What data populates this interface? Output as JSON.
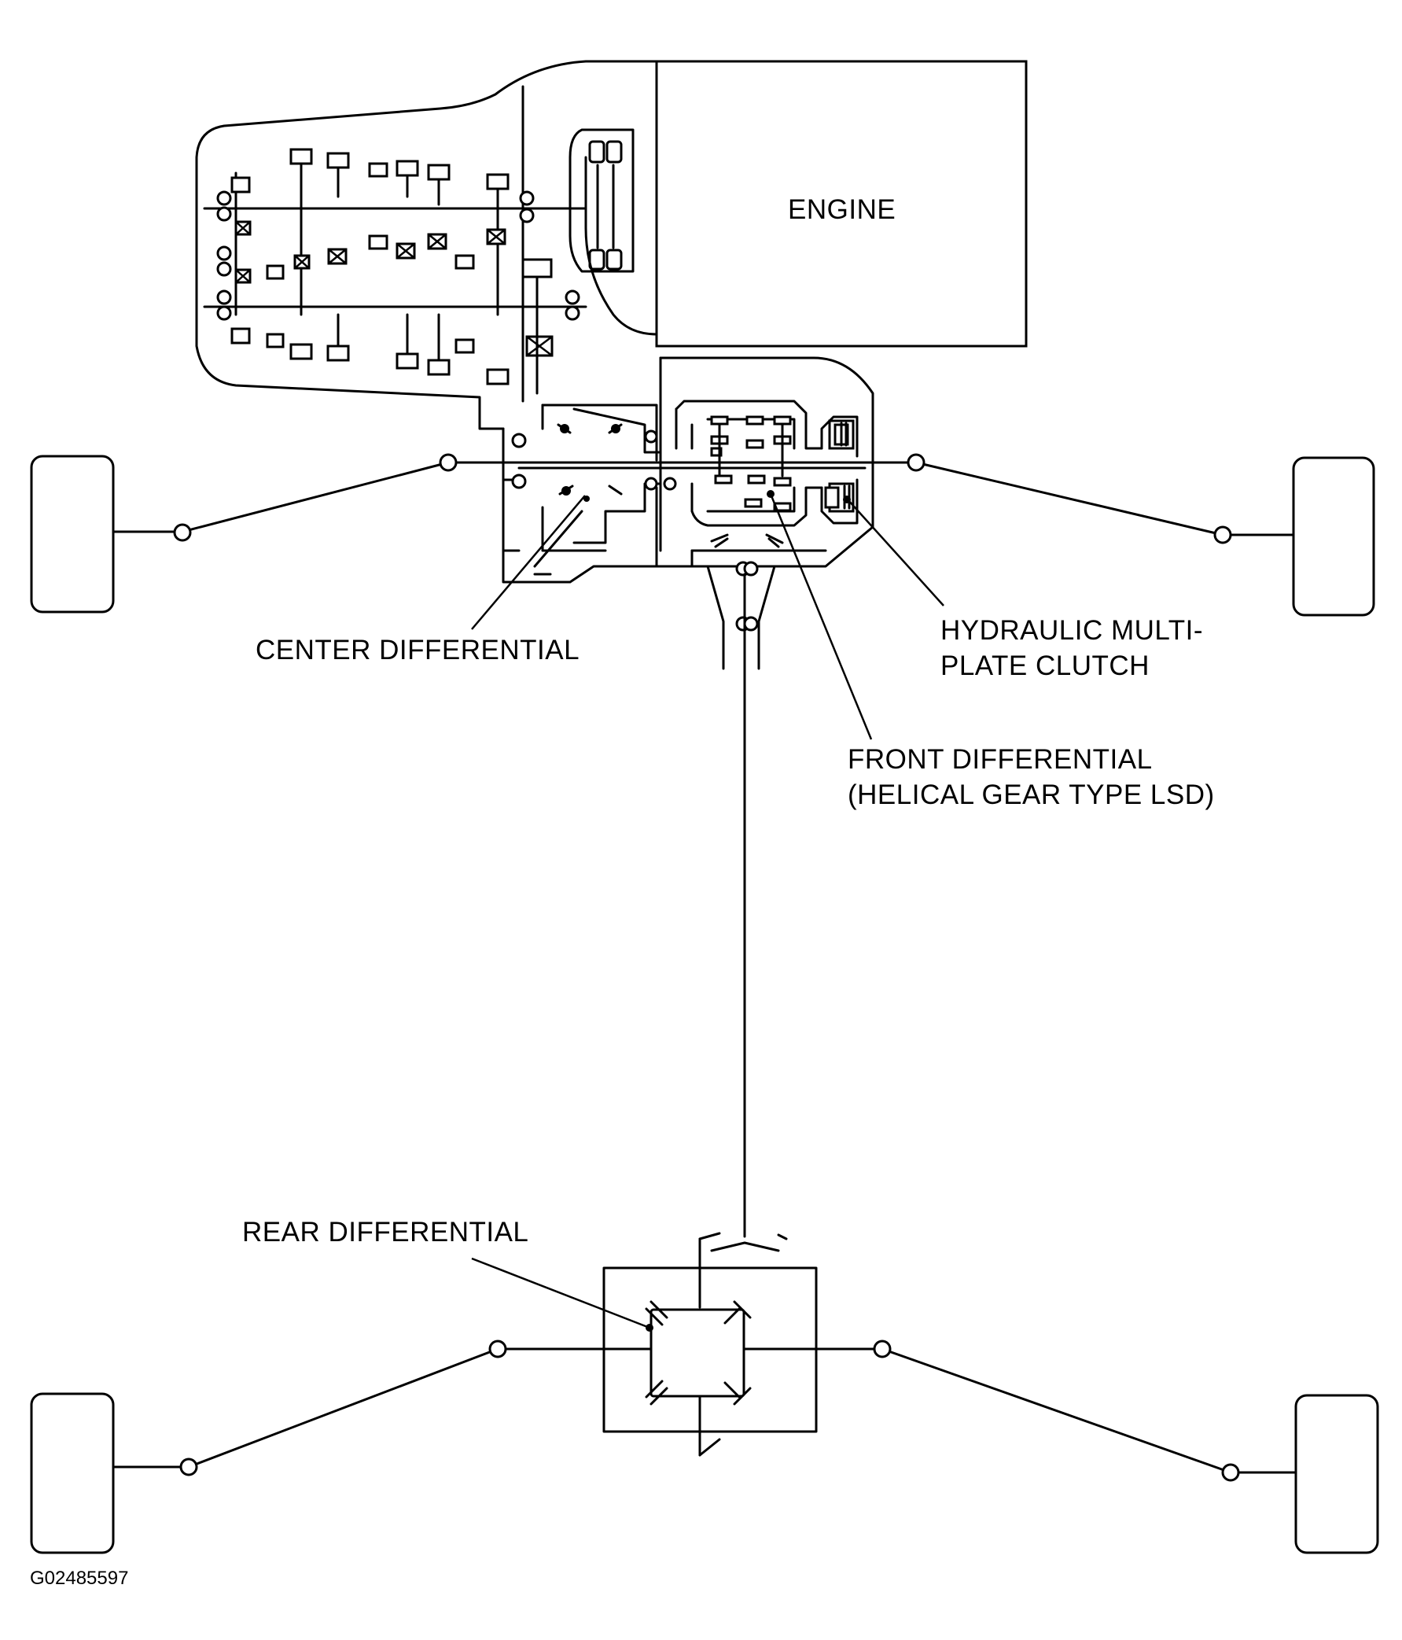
{
  "labels": {
    "engine": "ENGINE",
    "center_differential": "CENTER DIFFERENTIAL",
    "hydraulic_clutch_line1": "HYDRAULIC MULTI-",
    "hydraulic_clutch_line2": "PLATE CLUTCH",
    "front_differential_line1": "FRONT DIFFERENTIAL",
    "front_differential_line2": "(HELICAL GEAR TYPE LSD)",
    "rear_differential": "REAR DIFFERENTIAL"
  },
  "figure_code": "G02485597"
}
